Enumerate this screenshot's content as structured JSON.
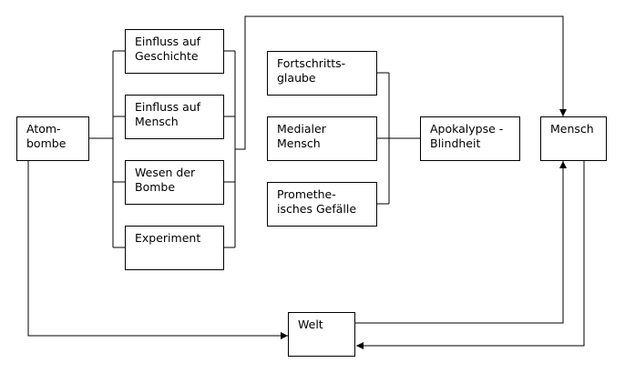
{
  "nodes": {
    "atombombe": "Atom-\nbombe",
    "einfluss_geschichte": "Einfluss auf\nGeschichte",
    "einfluss_mensch": "Einfluss auf\nMensch",
    "wesen_bombe": "Wesen der\nBombe",
    "experiment": "Experiment",
    "fortschrittsglaube": "Fortschritts-\nglaube",
    "medialer_mensch": "Medialer\nMensch",
    "prometheisches_gefaelle": "Promethe-\nisches Gefälle",
    "apokalypse_blindheit": "Apokalypse -\nBlindheit",
    "mensch": "Mensch",
    "welt": "Welt"
  },
  "colors": {
    "line": "#000000",
    "box_border": "#000000",
    "box_fill": "#ffffff",
    "text": "#000000"
  }
}
